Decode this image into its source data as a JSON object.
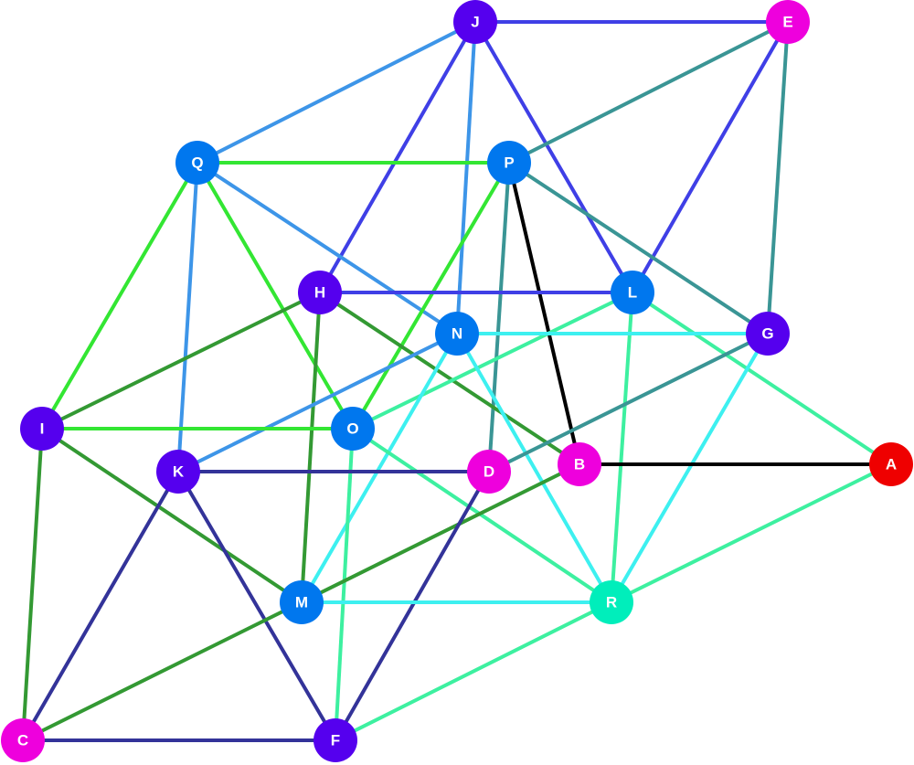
{
  "nodes": [
    {
      "id": "A",
      "label": "A",
      "color": "#ef0000"
    },
    {
      "id": "B",
      "label": "B",
      "color": "#ee00dd"
    },
    {
      "id": "C",
      "label": "C",
      "color": "#ee00dd"
    },
    {
      "id": "D",
      "label": "D",
      "color": "#ee00dd"
    },
    {
      "id": "E",
      "label": "E",
      "color": "#ee00dd"
    },
    {
      "id": "F",
      "label": "F",
      "color": "#5500ee"
    },
    {
      "id": "G",
      "label": "G",
      "color": "#5500ee"
    },
    {
      "id": "H",
      "label": "H",
      "color": "#5500ee"
    },
    {
      "id": "I",
      "label": "I",
      "color": "#5500ee"
    },
    {
      "id": "J",
      "label": "J",
      "color": "#5500ee"
    },
    {
      "id": "K",
      "label": "K",
      "color": "#5500ee"
    },
    {
      "id": "L",
      "label": "L",
      "color": "#0077ee"
    },
    {
      "id": "M",
      "label": "M",
      "color": "#0077ee"
    },
    {
      "id": "N",
      "label": "N",
      "color": "#0077ee"
    },
    {
      "id": "O",
      "label": "O",
      "color": "#0077ee"
    },
    {
      "id": "P",
      "label": "P",
      "color": "#0077ee"
    },
    {
      "id": "Q",
      "label": "Q",
      "color": "#0077ee"
    },
    {
      "id": "R",
      "label": "R",
      "color": "#00eebb"
    }
  ],
  "edges": [
    {
      "from": "J",
      "to": "E",
      "color": "#3f3fe6"
    },
    {
      "from": "J",
      "to": "Q",
      "color": "#3d95e8"
    },
    {
      "from": "J",
      "to": "N",
      "color": "#3d95e8"
    },
    {
      "from": "J",
      "to": "H",
      "color": "#3f3fe6"
    },
    {
      "from": "J",
      "to": "L",
      "color": "#3f3fe6"
    },
    {
      "from": "E",
      "to": "P",
      "color": "#3a9595"
    },
    {
      "from": "E",
      "to": "L",
      "color": "#3f3fe6"
    },
    {
      "from": "E",
      "to": "G",
      "color": "#3a9595"
    },
    {
      "from": "Q",
      "to": "P",
      "color": "#33e633"
    },
    {
      "from": "Q",
      "to": "N",
      "color": "#3d95e8"
    },
    {
      "from": "Q",
      "to": "O",
      "color": "#33e633"
    },
    {
      "from": "Q",
      "to": "I",
      "color": "#33e633"
    },
    {
      "from": "Q",
      "to": "K",
      "color": "#3d95e8"
    },
    {
      "from": "P",
      "to": "G",
      "color": "#3a9595"
    },
    {
      "from": "P",
      "to": "B",
      "color": "#000000"
    },
    {
      "from": "P",
      "to": "D",
      "color": "#3a9595"
    },
    {
      "from": "P",
      "to": "O",
      "color": "#33e633"
    },
    {
      "from": "H",
      "to": "L",
      "color": "#3f3fe6"
    },
    {
      "from": "H",
      "to": "B",
      "color": "#339933"
    },
    {
      "from": "H",
      "to": "I",
      "color": "#339933"
    },
    {
      "from": "H",
      "to": "M",
      "color": "#339933"
    },
    {
      "from": "L",
      "to": "O",
      "color": "#3df0a0"
    },
    {
      "from": "L",
      "to": "A",
      "color": "#3df0a0"
    },
    {
      "from": "L",
      "to": "R",
      "color": "#3df0a0"
    },
    {
      "from": "N",
      "to": "G",
      "color": "#3df0f0"
    },
    {
      "from": "N",
      "to": "K",
      "color": "#3d95e8"
    },
    {
      "from": "N",
      "to": "M",
      "color": "#3df0f0"
    },
    {
      "from": "N",
      "to": "R",
      "color": "#3df0f0"
    },
    {
      "from": "G",
      "to": "D",
      "color": "#3a9595"
    },
    {
      "from": "G",
      "to": "R",
      "color": "#3df0f0"
    },
    {
      "from": "I",
      "to": "O",
      "color": "#33e633"
    },
    {
      "from": "I",
      "to": "M",
      "color": "#339933"
    },
    {
      "from": "I",
      "to": "C",
      "color": "#339933"
    },
    {
      "from": "O",
      "to": "R",
      "color": "#3df0a0"
    },
    {
      "from": "O",
      "to": "F",
      "color": "#3df0a0"
    },
    {
      "from": "K",
      "to": "D",
      "color": "#333399"
    },
    {
      "from": "K",
      "to": "C",
      "color": "#333399"
    },
    {
      "from": "K",
      "to": "F",
      "color": "#333399"
    },
    {
      "from": "B",
      "to": "A",
      "color": "#000000"
    },
    {
      "from": "B",
      "to": "C",
      "color": "#339933"
    },
    {
      "from": "D",
      "to": "F",
      "color": "#333399"
    },
    {
      "from": "A",
      "to": "R",
      "color": "#3df0a0"
    },
    {
      "from": "M",
      "to": "R",
      "color": "#3df0f0"
    },
    {
      "from": "R",
      "to": "F",
      "color": "#3df0a0"
    },
    {
      "from": "C",
      "to": "F",
      "color": "#333399"
    }
  ]
}
